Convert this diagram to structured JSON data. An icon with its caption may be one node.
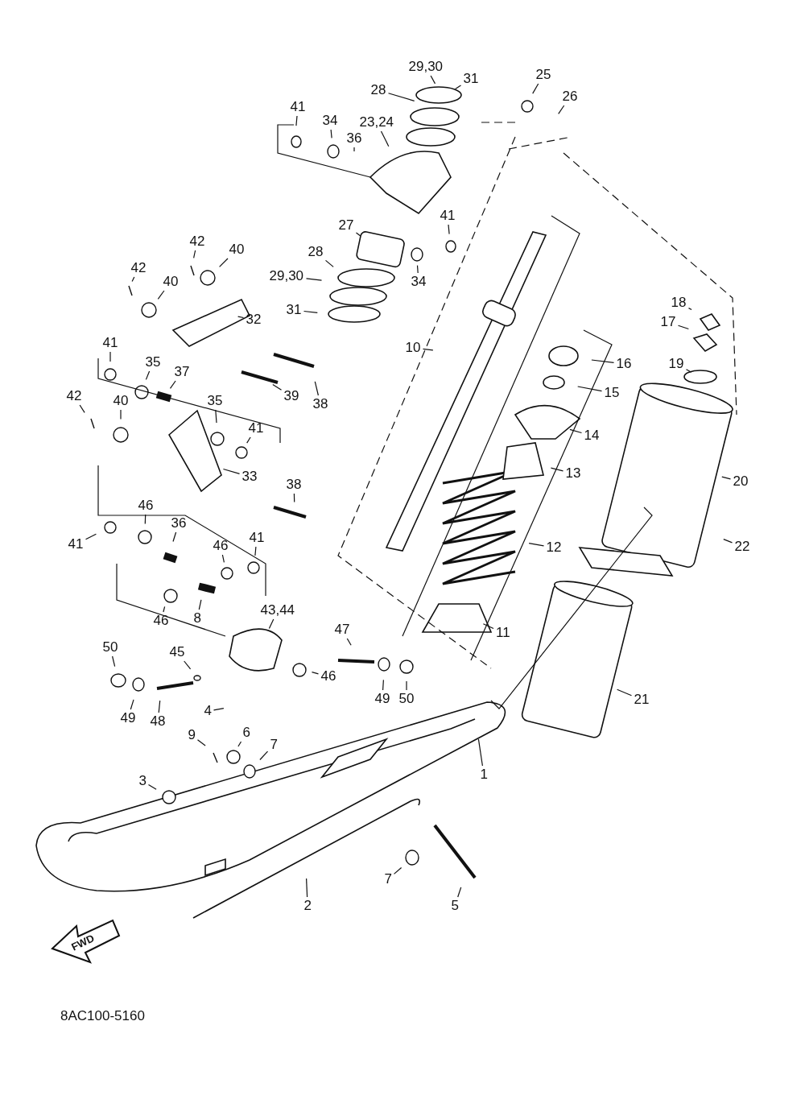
{
  "diagram": {
    "nodes": [
      {
        "text": [
          "29,30"
        ]
      },
      {
        "text": [
          "31"
        ]
      },
      {
        "text": [
          "25"
        ]
      },
      {
        "text": [
          "26"
        ]
      },
      {
        "text": [
          "41"
        ]
      },
      {
        "text": [
          "34"
        ]
      },
      {
        "text": [
          "36"
        ]
      },
      {
        "text": [
          "23,24"
        ]
      },
      {
        "text": [
          "28"
        ]
      },
      {
        "text": [
          "41"
        ]
      },
      {
        "text": [
          "27"
        ]
      },
      {
        "text": [
          "34"
        ]
      },
      {
        "text": [
          "28"
        ]
      },
      {
        "text": [
          "42"
        ]
      },
      {
        "text": [
          "40"
        ]
      },
      {
        "text": [
          "42"
        ]
      },
      {
        "text": [
          "40"
        ]
      },
      {
        "text": [
          "29,30"
        ]
      },
      {
        "text": [
          "31"
        ]
      },
      {
        "text": [
          "10"
        ]
      },
      {
        "text": [
          "32"
        ]
      },
      {
        "text": [
          "18"
        ]
      },
      {
        "text": [
          "17"
        ]
      },
      {
        "text": [
          "19"
        ]
      },
      {
        "text": [
          "16"
        ]
      },
      {
        "text": [
          "15"
        ]
      },
      {
        "text": [
          "41"
        ]
      },
      {
        "text": [
          "35"
        ]
      },
      {
        "text": [
          "37"
        ]
      },
      {
        "text": [
          "39"
        ]
      },
      {
        "text": [
          "38"
        ]
      },
      {
        "text": [
          "42"
        ]
      },
      {
        "text": [
          "40"
        ]
      },
      {
        "text": [
          "35"
        ]
      },
      {
        "text": [
          "41"
        ]
      },
      {
        "text": [
          "14"
        ]
      },
      {
        "text": [
          "13"
        ]
      },
      {
        "text": [
          "33"
        ]
      },
      {
        "text": [
          "20"
        ]
      },
      {
        "text": [
          "38"
        ]
      },
      {
        "text": [
          "22"
        ]
      },
      {
        "text": [
          "41"
        ]
      },
      {
        "text": [
          "46"
        ]
      },
      {
        "text": [
          "36"
        ]
      },
      {
        "text": [
          "12"
        ]
      },
      {
        "text": [
          "46"
        ]
      },
      {
        "text": [
          "41"
        ]
      },
      {
        "text": [
          "46"
        ]
      },
      {
        "text": [
          "8"
        ]
      },
      {
        "text": [
          "43,44"
        ]
      },
      {
        "text": [
          "11"
        ]
      },
      {
        "text": [
          "47"
        ]
      },
      {
        "text": [
          "50"
        ]
      },
      {
        "text": [
          "45"
        ]
      },
      {
        "text": [
          "46"
        ]
      },
      {
        "text": [
          "49"
        ]
      },
      {
        "text": [
          "50"
        ]
      },
      {
        "text": [
          "49"
        ]
      },
      {
        "text": [
          "48"
        ]
      },
      {
        "text": [
          "4"
        ]
      },
      {
        "text": [
          "21"
        ]
      },
      {
        "text": [
          "9"
        ]
      },
      {
        "text": [
          "6"
        ]
      },
      {
        "text": [
          "7"
        ]
      },
      {
        "text": [
          "1"
        ]
      },
      {
        "text": [
          "3"
        ]
      },
      {
        "text": [
          "7"
        ]
      },
      {
        "text": [
          "2"
        ]
      },
      {
        "text": [
          "5"
        ]
      }
    ],
    "edges": [
      {
        "from": 0,
        "to": null,
        "arrow": "none"
      },
      {
        "from": 1,
        "to": null,
        "arrow": "none"
      },
      {
        "from": 2,
        "to": null,
        "arrow": "none"
      },
      {
        "from": 3,
        "to": null,
        "arrow": "none"
      },
      {
        "from": 4,
        "to": null,
        "arrow": "none"
      },
      {
        "from": 5,
        "to": null,
        "arrow": "none"
      },
      {
        "from": 6,
        "to": null,
        "arrow": "none"
      },
      {
        "from": 7,
        "to": null,
        "arrow": "none"
      },
      {
        "from": 8,
        "to": null,
        "arrow": "none"
      },
      {
        "from": 9,
        "to": null,
        "arrow": "none"
      },
      {
        "from": 10,
        "to": null,
        "arrow": "none"
      },
      {
        "from": 11,
        "to": null,
        "arrow": "none"
      },
      {
        "from": 12,
        "to": null,
        "arrow": "none"
      },
      {
        "from": 13,
        "to": null,
        "arrow": "none"
      },
      {
        "from": 14,
        "to": null,
        "arrow": "none"
      },
      {
        "from": 15,
        "to": null,
        "arrow": "none"
      },
      {
        "from": 16,
        "to": null,
        "arrow": "none"
      },
      {
        "from": 17,
        "to": null,
        "arrow": "none"
      },
      {
        "from": 18,
        "to": null,
        "arrow": "none"
      },
      {
        "from": 19,
        "to": null,
        "arrow": "none"
      },
      {
        "from": 20,
        "to": null,
        "arrow": "none"
      },
      {
        "from": 21,
        "to": null,
        "arrow": "none"
      },
      {
        "from": 22,
        "to": null,
        "arrow": "none"
      },
      {
        "from": 23,
        "to": null,
        "arrow": "none"
      },
      {
        "from": 24,
        "to": null,
        "arrow": "none"
      },
      {
        "from": 25,
        "to": null,
        "arrow": "none"
      },
      {
        "from": 26,
        "to": null,
        "arrow": "none"
      },
      {
        "from": 27,
        "to": null,
        "arrow": "none"
      },
      {
        "from": 28,
        "to": null,
        "arrow": "none"
      },
      {
        "from": 29,
        "to": null,
        "arrow": "none"
      },
      {
        "from": 30,
        "to": null,
        "arrow": "none"
      },
      {
        "from": 31,
        "to": null,
        "arrow": "none"
      },
      {
        "from": 32,
        "to": null,
        "arrow": "none"
      },
      {
        "from": 33,
        "to": null,
        "arrow": "none"
      },
      {
        "from": 34,
        "to": null,
        "arrow": "none"
      },
      {
        "from": 35,
        "to": null,
        "arrow": "none"
      },
      {
        "from": 36,
        "to": null,
        "arrow": "none"
      },
      {
        "from": 37,
        "to": null,
        "arrow": "none"
      },
      {
        "from": 38,
        "to": null,
        "arrow": "none"
      },
      {
        "from": 39,
        "to": null,
        "arrow": "none"
      },
      {
        "from": 40,
        "to": null,
        "arrow": "none"
      },
      {
        "from": 41,
        "to": null,
        "arrow": "none"
      },
      {
        "from": 42,
        "to": null,
        "arrow": "none"
      },
      {
        "from": 43,
        "to": null,
        "arrow": "none"
      },
      {
        "from": 44,
        "to": null,
        "arrow": "none"
      },
      {
        "from": 45,
        "to": null,
        "arrow": "none"
      },
      {
        "from": 46,
        "to": null,
        "arrow": "none"
      },
      {
        "from": 47,
        "to": null,
        "arrow": "none"
      },
      {
        "from": 48,
        "to": null,
        "arrow": "none"
      },
      {
        "from": 49,
        "to": null,
        "arrow": "none"
      },
      {
        "from": 50,
        "to": null,
        "arrow": "none"
      },
      {
        "from": 51,
        "to": null,
        "arrow": "none"
      },
      {
        "from": 52,
        "to": null,
        "arrow": "none"
      },
      {
        "from": 53,
        "to": null,
        "arrow": "none"
      },
      {
        "from": 54,
        "to": null,
        "arrow": "none"
      },
      {
        "from": 55,
        "to": null,
        "arrow": "none"
      },
      {
        "from": 56,
        "to": null,
        "arrow": "none"
      },
      {
        "from": 57,
        "to": null,
        "arrow": "none"
      },
      {
        "from": 58,
        "to": null,
        "arrow": "none"
      },
      {
        "from": 59,
        "to": null,
        "arrow": "none"
      },
      {
        "from": 60,
        "to": null,
        "arrow": "none"
      },
      {
        "from": 61,
        "to": null,
        "arrow": "none"
      },
      {
        "from": 62,
        "to": null,
        "arrow": "none"
      },
      {
        "from": 63,
        "to": null,
        "arrow": "none"
      },
      {
        "from": 64,
        "to": null,
        "arrow": "none"
      },
      {
        "from": 65,
        "to": null,
        "arrow": "none"
      },
      {
        "from": 66,
        "to": null,
        "arrow": "none"
      },
      {
        "from": 67,
        "to": null,
        "arrow": "none"
      },
      {
        "from": 68,
        "to": null,
        "arrow": "none"
      }
    ],
    "labels": [
      "FWD",
      "8AC100-5160"
    ]
  }
}
